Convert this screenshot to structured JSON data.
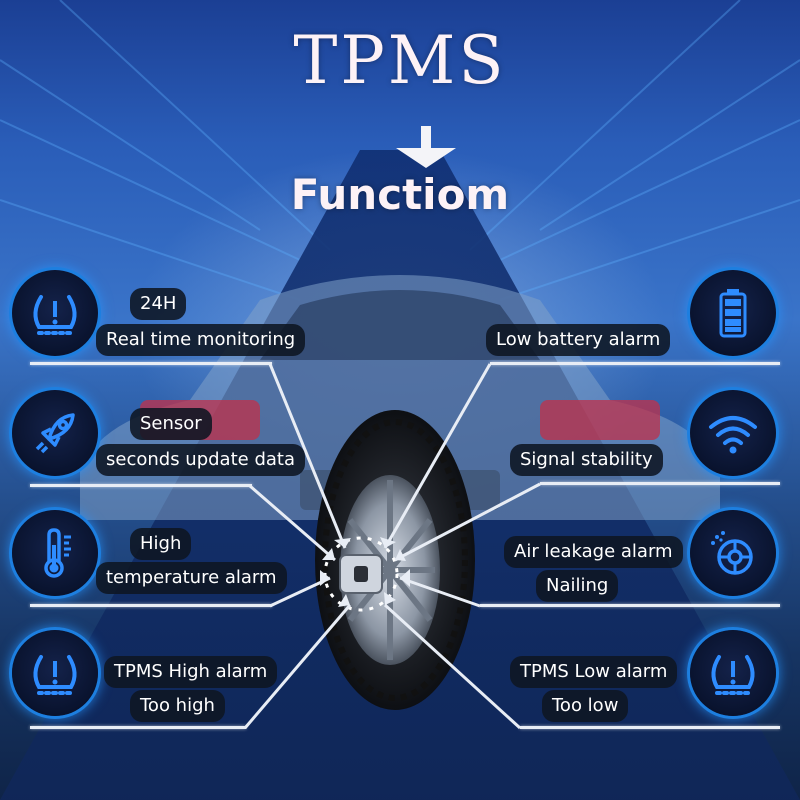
{
  "title": "TPMS",
  "subtitle": "Functiom",
  "features_left": [
    {
      "icon": "tire-pressure-warning-icon",
      "lines": [
        "24H",
        "Real time monitoring"
      ]
    },
    {
      "icon": "rocket-icon",
      "lines": [
        "Sensor",
        "seconds update data"
      ]
    },
    {
      "icon": "thermometer-icon",
      "lines": [
        "High",
        "temperature alarm"
      ]
    },
    {
      "icon": "tire-pressure-warning-icon",
      "lines": [
        "TPMS High alarm",
        "Too high"
      ]
    }
  ],
  "features_right": [
    {
      "icon": "battery-icon",
      "lines": [
        "Low battery alarm"
      ]
    },
    {
      "icon": "wifi-signal-icon",
      "lines": [
        "Signal stability"
      ]
    },
    {
      "icon": "tire-leak-icon",
      "lines": [
        "Air leakage alarm",
        "Nailing"
      ]
    },
    {
      "icon": "tire-pressure-warning-icon",
      "lines": [
        "TPMS Low alarm",
        "Too low"
      ]
    }
  ],
  "colors": {
    "accent": "#1d7fe0",
    "pill": "#0e1622",
    "line": "#e8edf5",
    "text": "#ffffff"
  }
}
